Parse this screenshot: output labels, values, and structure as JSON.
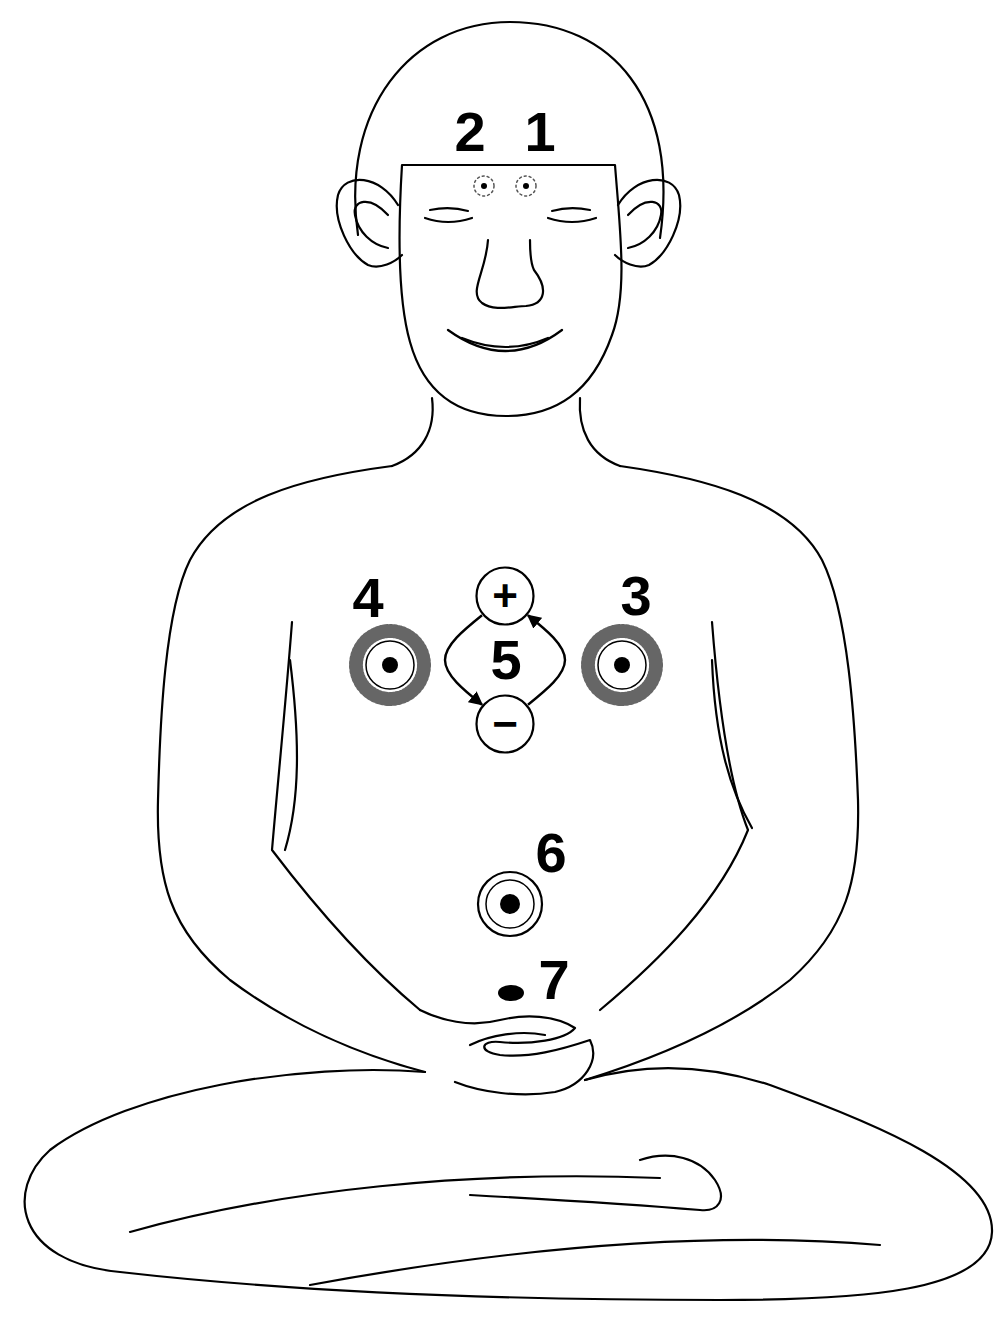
{
  "diagram": {
    "nodes": [
      {
        "text": [
          "+"
        ]
      },
      {
        "text": [
          "−"
        ]
      }
    ],
    "edges": [
      {
        "from": 0,
        "to": 1,
        "arrow": "to"
      },
      {
        "from": 1,
        "to": 0,
        "arrow": "to"
      }
    ],
    "labels": [
      "2",
      "1",
      "4",
      "5",
      "3",
      "6",
      "7"
    ]
  }
}
